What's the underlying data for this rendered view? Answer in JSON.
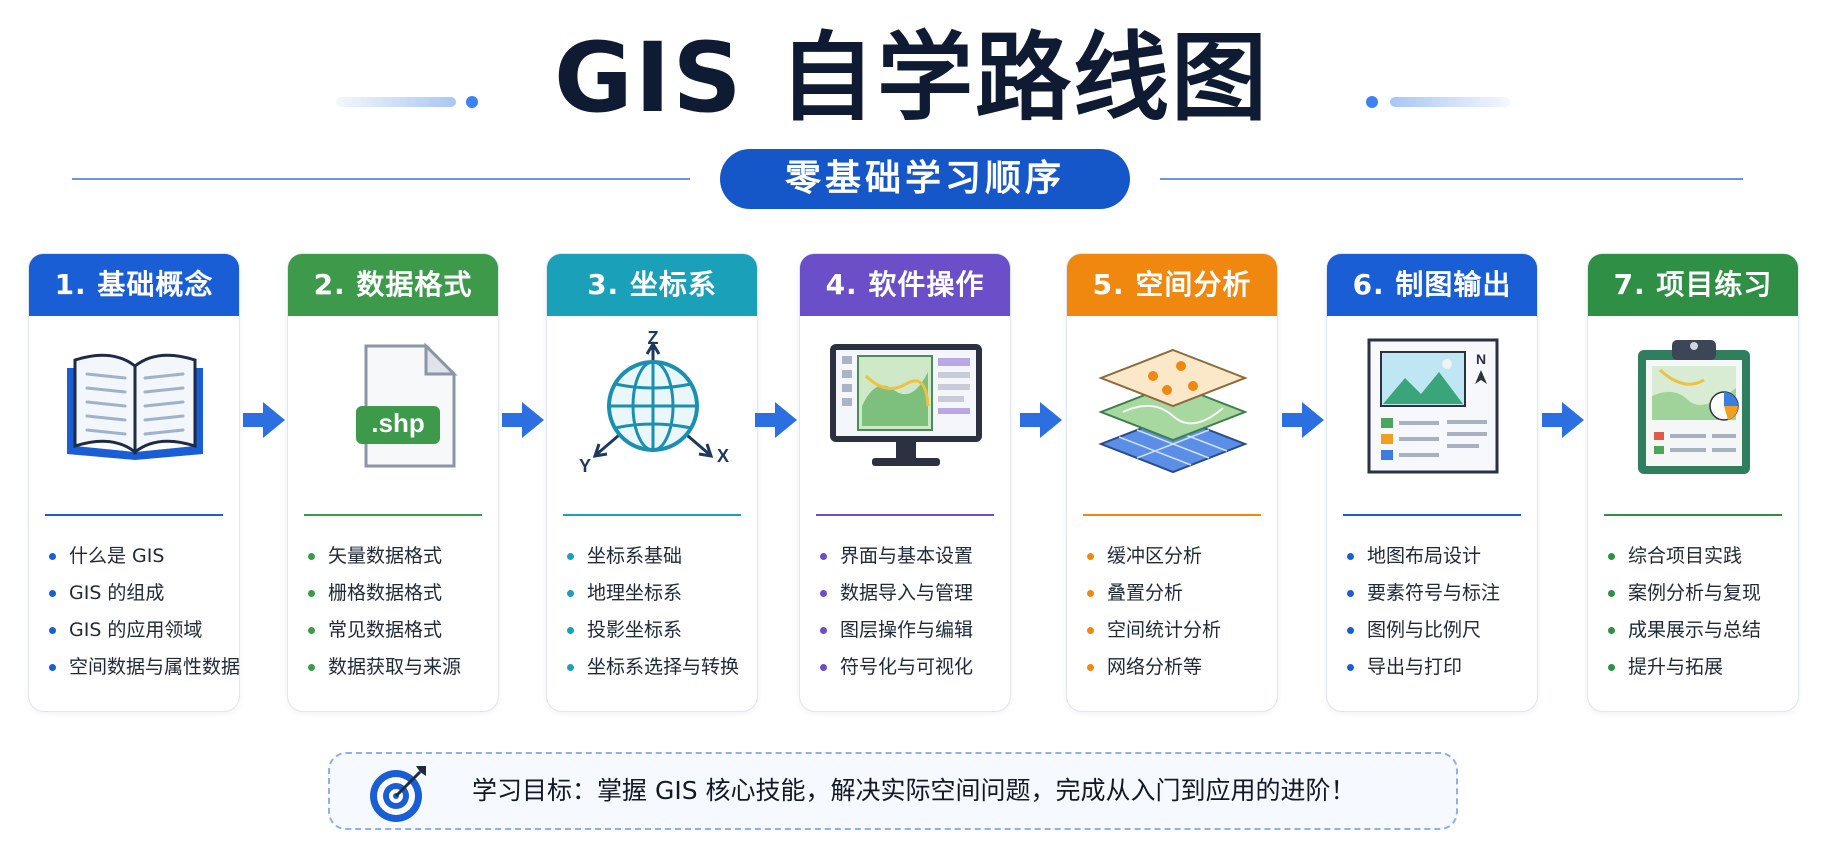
{
  "header": {
    "title": "GIS 自学路线图",
    "subtitle": "零基础学习顺序"
  },
  "colors": {
    "title": "#0f1b33",
    "accent": "#1557c8"
  },
  "steps": [
    {
      "title": "1. 基础概念",
      "color": "#1a5ed6",
      "icon": "open-book-icon",
      "items": [
        "什么是 GIS",
        "GIS 的组成",
        "GIS 的应用领域",
        "空间数据与属性数据"
      ]
    },
    {
      "title": "2. 数据格式",
      "color": "#3c9a4a",
      "icon": "shp-file-icon",
      "file_ext": ".shp",
      "items": [
        "矢量数据格式",
        "栅格数据格式",
        "常见数据格式",
        "数据获取与来源"
      ]
    },
    {
      "title": "3. 坐标系",
      "color": "#1aa0b8",
      "icon": "globe-axes-icon",
      "axis_labels": [
        "Z",
        "Y",
        "X"
      ],
      "items": [
        "坐标系基础",
        "地理坐标系",
        "投影坐标系",
        "坐标系选择与转换"
      ]
    },
    {
      "title": "4. 软件操作",
      "color": "#6a4fc9",
      "icon": "monitor-map-icon",
      "items": [
        "界面与基本设置",
        "数据导入与管理",
        "图层操作与编辑",
        "符号化与可视化"
      ]
    },
    {
      "title": "5. 空间分析",
      "color": "#f0870f",
      "icon": "layers-analysis-icon",
      "items": [
        "缓冲区分析",
        "叠置分析",
        "空间统计分析",
        "网络分析等"
      ]
    },
    {
      "title": "6. 制图输出",
      "color": "#1a5ed6",
      "icon": "map-layout-icon",
      "north_label": "N",
      "items": [
        "地图布局设计",
        "要素符号与标注",
        "图例与比例尺",
        "导出与打印"
      ]
    },
    {
      "title": "7. 项目练习",
      "color": "#2f8f45",
      "icon": "clipboard-project-icon",
      "items": [
        "综合项目实践",
        "案例分析与复现",
        "成果展示与总结",
        "提升与拓展"
      ]
    }
  ],
  "goal": {
    "icon": "target-icon",
    "text": "学习目标：掌握 GIS 核心技能，解决实际空间问题，完成从入门到应用的进阶！"
  }
}
